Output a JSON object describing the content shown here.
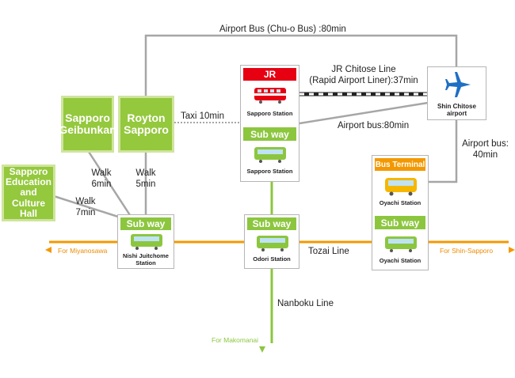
{
  "venues": {
    "geibunkan": "Sapporo\nGeibunkan",
    "royton": "Royton\nSapporo",
    "education_hall": "Sapporo\nEducation\nand\nCulture Hall"
  },
  "stations": {
    "jr_header": "JR",
    "jr_sapporo": "Sapporo Station",
    "subway_header": "Sub way",
    "subway_sapporo": "Sapporo Station",
    "nishi_header": "Sub way",
    "nishi": "Nishi Juitchome\nStation",
    "odori_header": "Sub way",
    "odori": "Odori Station",
    "bus_terminal_header": "Bus Terminal",
    "oyachi_bus": "Oyachi Station",
    "oyachi_subway_header": "Sub way",
    "oyachi_subway": "Oyachi Station",
    "airport": "Shin Chitose\nairport"
  },
  "routes": {
    "airport_bus_chuo": "Airport Bus (Chu-o Bus) :80min",
    "jr_chitose": "JR Chitose Line\n(Rapid Airport Liner):37min",
    "taxi": "Taxi 10min",
    "airport_bus_80": "Airport bus:80min",
    "airport_bus_40": "Airport bus:\n40min",
    "walk6": "Walk\n6min",
    "walk5": "Walk\n5min",
    "walk7": "Walk\n7min",
    "tozai": "Tozai Line",
    "nanboku": "Nanboku Line"
  },
  "directions": {
    "miyanosawa": "For Miyanosawa",
    "shin_sapporo": "For Shin-Sapporo",
    "makomanai": "For Makomanai"
  },
  "colors": {
    "tozai_line": "#f39800",
    "nanboku_line": "#8cc63f",
    "bus_route": "#a6a6a6",
    "venue": "#94c83d",
    "jr": "#e60012"
  }
}
